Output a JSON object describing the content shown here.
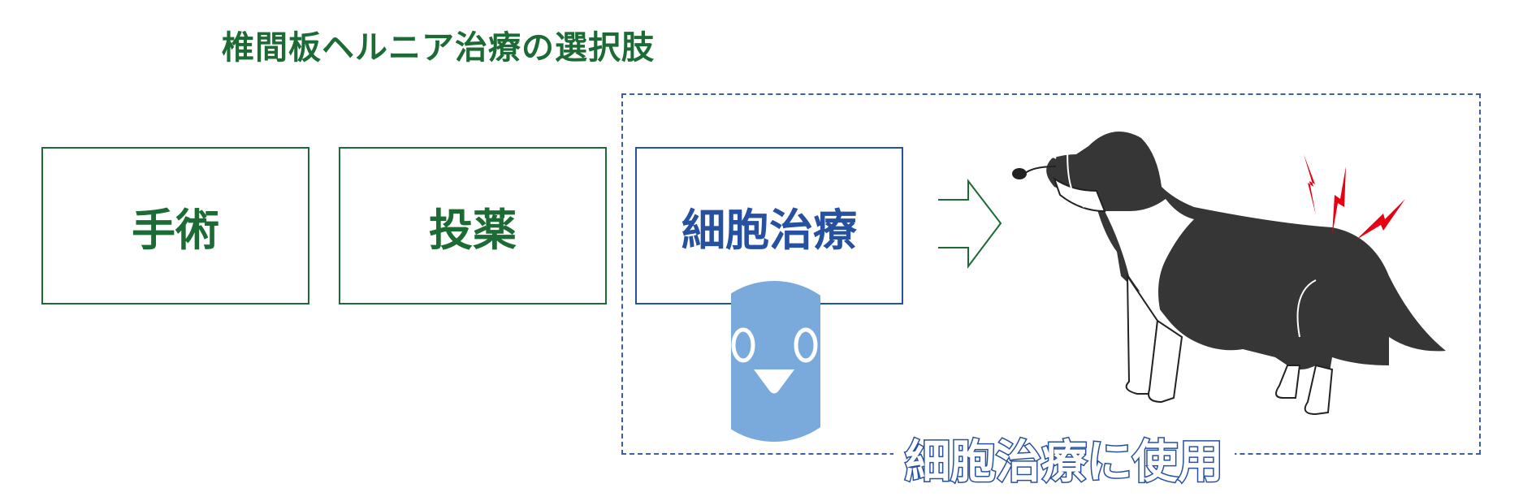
{
  "title": "椎間板ヘルニア治療の選択肢",
  "options": [
    {
      "label": "手術"
    },
    {
      "label": "投薬"
    },
    {
      "label": "細胞治療"
    }
  ],
  "caption": "細胞治療に使用",
  "colors": {
    "green": "#1c6b35",
    "blue": "#2650a0",
    "cell": "#7aaadb",
    "pain": "#e60012",
    "dog": "#363636"
  }
}
